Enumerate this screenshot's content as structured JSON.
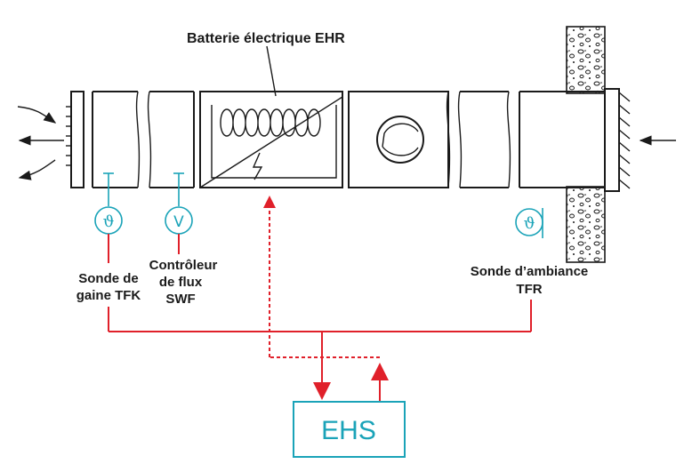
{
  "labels": {
    "heater": "Batterie électrique EHR",
    "duct_sensor_line1": "Sonde de",
    "duct_sensor_line2": "gaine TFK",
    "flow_controller_line1": "Contrôleur",
    "flow_controller_line2": "de flux",
    "flow_controller_line3": "SWF",
    "room_sensor_line1": "Sonde d’ambiance",
    "room_sensor_line2": "TFR",
    "controller": "EHS"
  },
  "sensor_symbols": {
    "duct_sensor": "ϑ",
    "flow_controller": "V",
    "room_sensor": "ϑ"
  },
  "colors": {
    "duct": "#1a1a1a",
    "wiring": "#e0202a",
    "sensors": "#1aa3b8"
  },
  "icons": {
    "fan": "fan-icon",
    "grille": "grille-icon",
    "wall": "wall-icon"
  }
}
